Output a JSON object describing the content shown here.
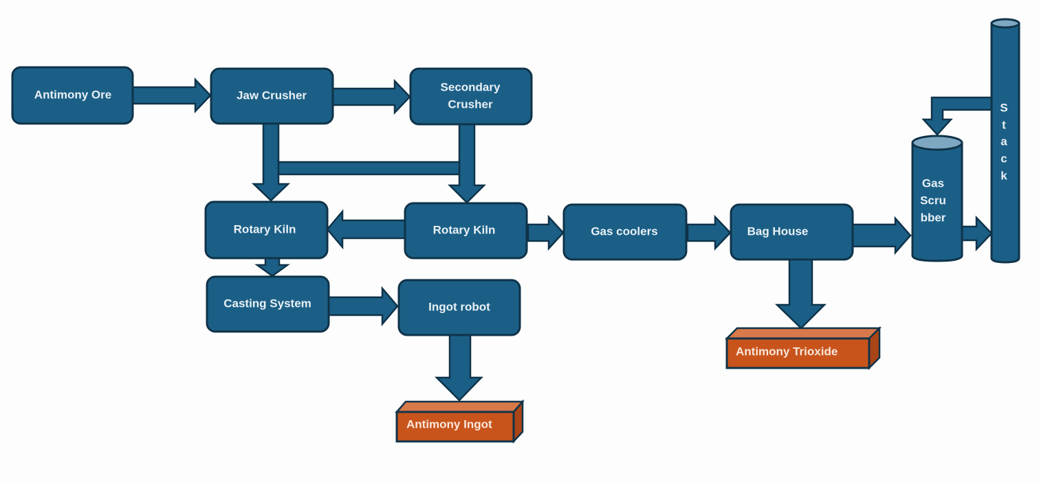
{
  "diagram": {
    "type": "process-flow",
    "colors": {
      "process_fill": "#1b5f86",
      "outline": "#0f3349",
      "product_fill": "#c8541c",
      "text": "#e9f1f6",
      "background": "#fdfdfd"
    },
    "nodes": {
      "antimony_ore": "Antimony  Ore",
      "jaw_crusher": "Jaw Crusher",
      "secondary_crusher_line1": "Secondary",
      "secondary_crusher_line2": "Crusher",
      "rotary_kiln_left": "Rotary Kiln",
      "rotary_kiln_right": "Rotary Kiln",
      "casting_system": "Casting System",
      "ingot_robot": "Ingot robot",
      "gas_coolers": "Gas coolers",
      "bag_house": "Bag House",
      "gas_scrubber_line1": "Gas",
      "gas_scrubber_line2": "Scru",
      "gas_scrubber_line3": "bber",
      "stack_letters": [
        "S",
        "t",
        "a",
        "c",
        "k"
      ]
    },
    "products": {
      "antimony_ingot": "Antimony Ingot",
      "antimony_trioxide": "Antimony Trioxide"
    },
    "edges": [
      {
        "from": "Antimony Ore",
        "to": "Jaw Crusher"
      },
      {
        "from": "Jaw Crusher",
        "to": "Secondary Crusher"
      },
      {
        "from": "Jaw Crusher",
        "to": "Rotary Kiln (left)"
      },
      {
        "from": "Secondary Crusher",
        "to": "Rotary Kiln (right)"
      },
      {
        "from": "Jaw Crusher / Secondary Crusher",
        "to": "connector bar"
      },
      {
        "from": "Rotary Kiln (right)",
        "to": "Rotary Kiln (left)"
      },
      {
        "from": "Rotary Kiln (left)",
        "to": "Casting System"
      },
      {
        "from": "Casting System",
        "to": "Ingot robot"
      },
      {
        "from": "Ingot robot",
        "to": "Antimony Ingot"
      },
      {
        "from": "Rotary Kiln (right)",
        "to": "Gas coolers"
      },
      {
        "from": "Gas coolers",
        "to": "Bag House"
      },
      {
        "from": "Bag House",
        "to": "Antimony Trioxide"
      },
      {
        "from": "Bag House",
        "to": "Gas Scrubber"
      },
      {
        "from": "Gas Scrubber",
        "to": "Stack"
      },
      {
        "from": "Stack",
        "to": "Gas Scrubber"
      }
    ]
  }
}
